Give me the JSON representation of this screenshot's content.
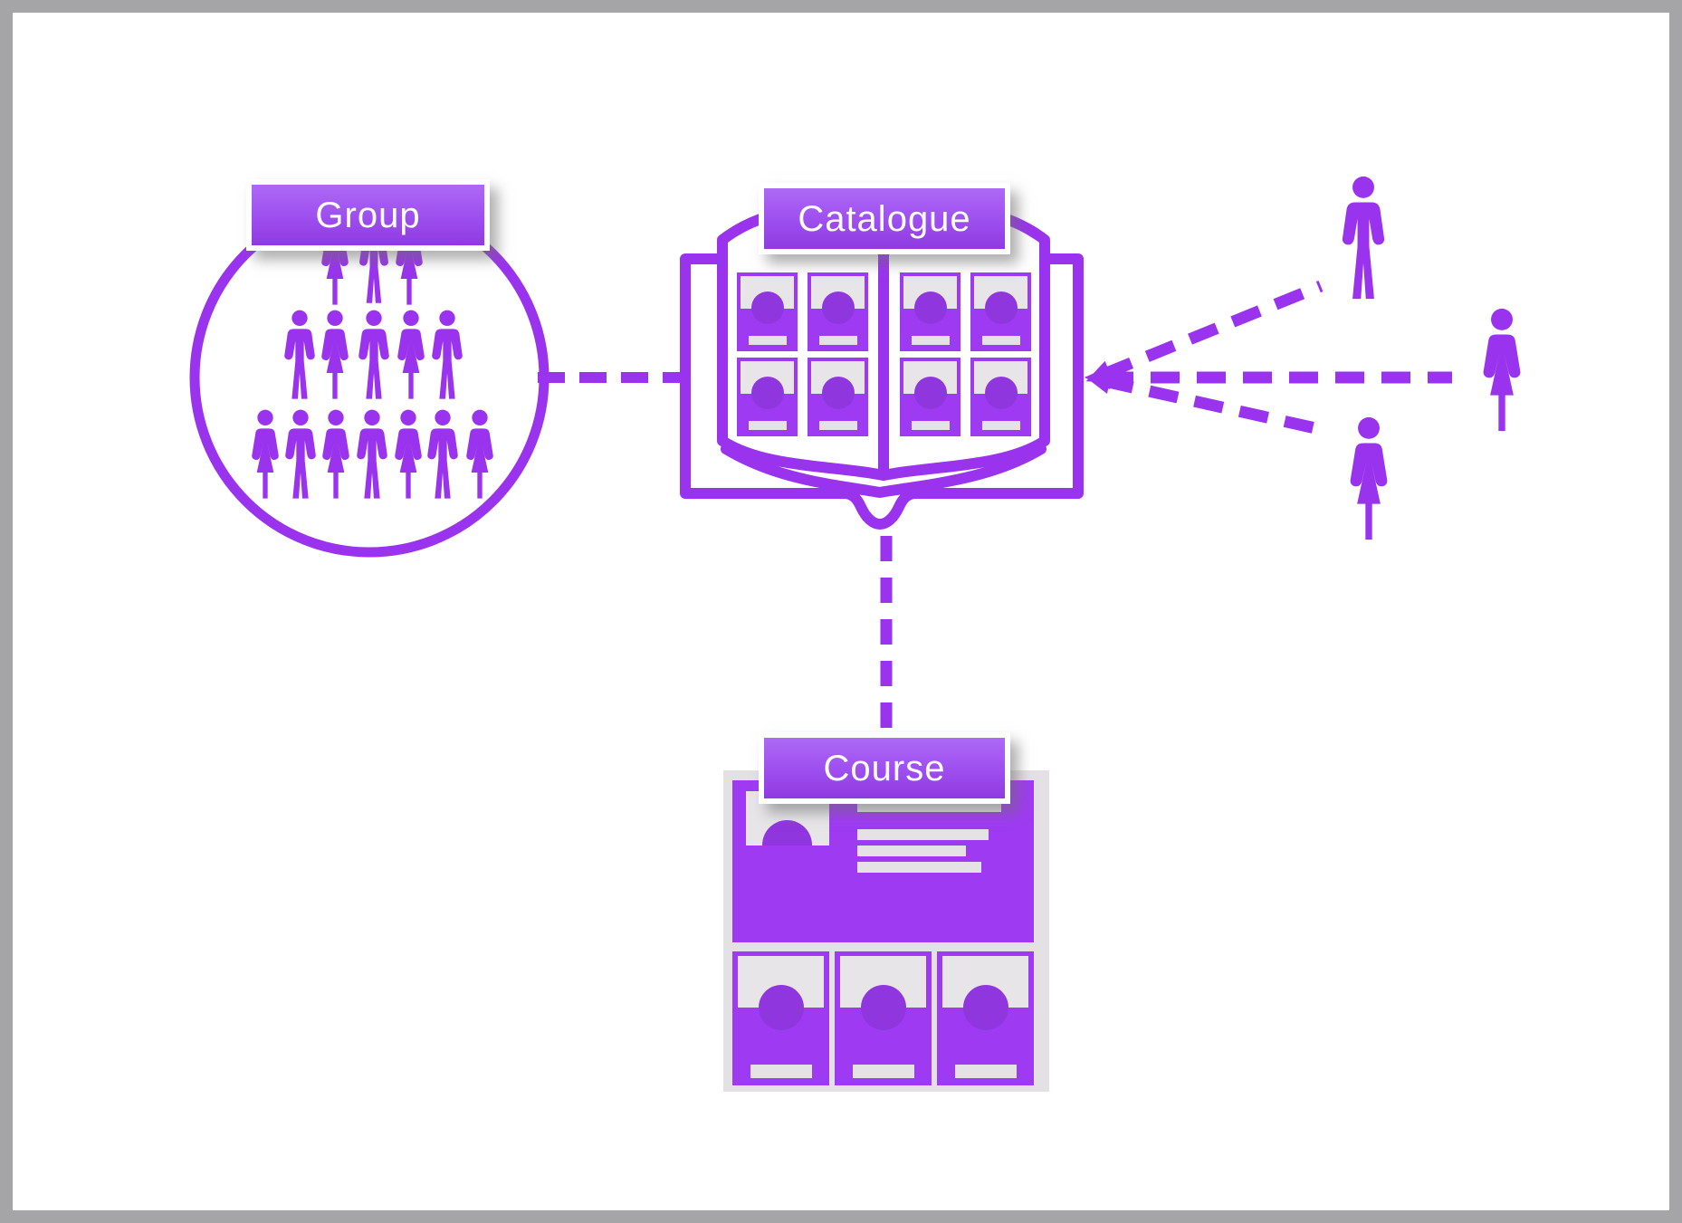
{
  "labels": {
    "group": "Group",
    "catalogue": "Catalogue",
    "course": "Course"
  },
  "colors": {
    "purple": "#9a33ee",
    "purple-deep": "#8a2fe0",
    "card-purple": "#9e3bf2",
    "head-purple": "#9036df",
    "gray-photo": "#e7e5e8",
    "gray-panel": "#e3e1e4",
    "gray-line": "#e4e2e5",
    "frame-gray": "#a5a4a6"
  },
  "group": {
    "shape": "circle of people",
    "rows": [
      {
        "figures": [
          "female",
          "male",
          "female"
        ]
      },
      {
        "figures": [
          "male",
          "female",
          "male",
          "female",
          "male"
        ]
      },
      {
        "figures": [
          "female",
          "male",
          "female",
          "male",
          "female",
          "male",
          "female"
        ]
      }
    ],
    "total_figures": 15
  },
  "catalogue": {
    "shape": "open book",
    "pages": 2,
    "cards_per_page": 4,
    "total_person_cards": 8
  },
  "course": {
    "shape": "course page card",
    "hero_text_lines": 4,
    "member_cards": 3
  },
  "individuals": [
    {
      "gender": "male",
      "position": "top-right"
    },
    {
      "gender": "female",
      "position": "far-right"
    },
    {
      "gender": "female",
      "position": "bottom-right"
    }
  ],
  "connections": [
    {
      "from": "group",
      "to": "catalogue",
      "style": "dashed"
    },
    {
      "from": "catalogue",
      "to": "course",
      "style": "dashed"
    },
    {
      "from": "individual-male",
      "to": "catalogue",
      "style": "dashed-arrow"
    },
    {
      "from": "individual-female-right",
      "to": "catalogue",
      "style": "dashed-arrow"
    },
    {
      "from": "individual-female-bottom",
      "to": "catalogue",
      "style": "dashed-arrow"
    }
  ]
}
